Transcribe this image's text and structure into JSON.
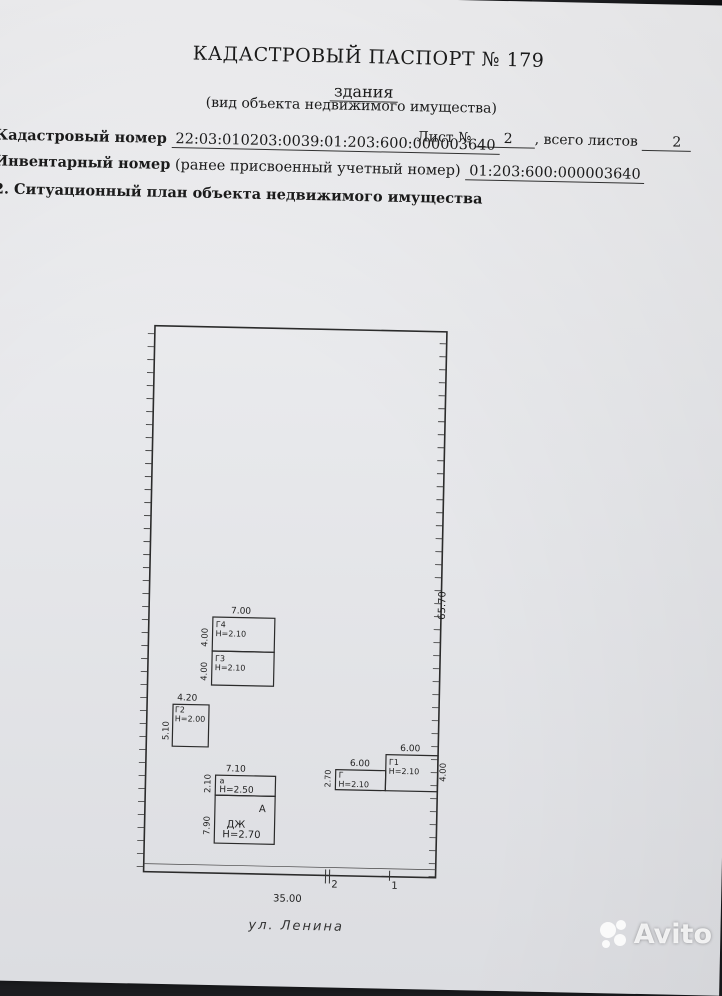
{
  "header": {
    "title": "КАДАСТРОВЫЙ ПАСПОРТ № 179",
    "object_type": "здания",
    "object_type_caption": "(вид объекта недвижимого имущества)",
    "sheet_label": "Лист №",
    "sheet_number": "2",
    "total_label": ", всего листов",
    "total_sheets": "2"
  },
  "fields": {
    "cadastral_label": "Кадастровый номер",
    "cadastral_value": "22:03:010203:0039:01:203:600:000003640",
    "inventory_label": "Инвентарный номер",
    "inventory_caption": "(ранее присвоенный учетный номер)",
    "inventory_value": "01:203:600:000003640"
  },
  "section_title": "2. Ситуационный план объекта недвижимого имущества",
  "plan": {
    "plot": {
      "width_label": "35.00",
      "height_label": "65.70"
    },
    "buildings": [
      {
        "id": "g4",
        "code": "Г4",
        "height": "Н=2.10",
        "width_label": "7.00",
        "depth_label": "4.00"
      },
      {
        "id": "g3",
        "code": "Г3",
        "height": "Н=2.10",
        "depth_label": "4.00"
      },
      {
        "id": "g2",
        "code": "Г2",
        "height": "Н=2.00",
        "width_label": "4.20",
        "depth_label": "5.10"
      },
      {
        "id": "a",
        "code": "а",
        "height": "Н=2.50",
        "width_label": "7.10",
        "depth_label": "2.10"
      },
      {
        "id": "dzh",
        "code": "ДЖ",
        "mark": "А",
        "height": "Н=2.70",
        "depth_label": "7.90"
      },
      {
        "id": "g",
        "code": "Г",
        "height": "Н=2.10",
        "width_label": "6.00",
        "depth_label": "2.70"
      },
      {
        "id": "g1",
        "code": "Г1",
        "height": "Н=2.10",
        "width_label": "6.00",
        "depth_label": "4.00"
      }
    ],
    "gate_labels": [
      "2",
      "1"
    ],
    "street": "ул. Ленина"
  },
  "watermark": {
    "brand": "Avito"
  }
}
